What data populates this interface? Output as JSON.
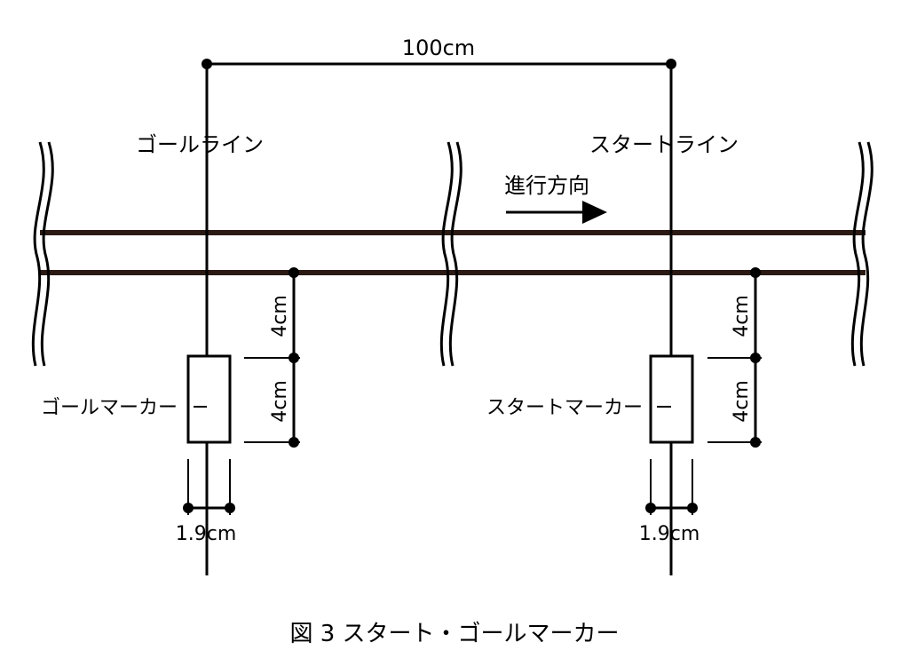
{
  "figure": {
    "caption": "図 3  スタート・ゴールマーカー",
    "distance_label": "100cm",
    "goal_line_label": "ゴールライン",
    "start_line_label": "スタートライン",
    "direction_label": "進行方向",
    "goal_marker_label": "ゴールマーカー",
    "start_marker_label": "スタートマーカー",
    "goal_offset_label": "4cm",
    "goal_length_label": "4cm",
    "start_offset_label": "4cm",
    "start_length_label": "4cm",
    "goal_width_label": "1.9cm",
    "start_width_label": "1.9cm"
  },
  "colors": {
    "track_line": "#2b1a14",
    "ink": "#000000",
    "background": "#ffffff"
  }
}
